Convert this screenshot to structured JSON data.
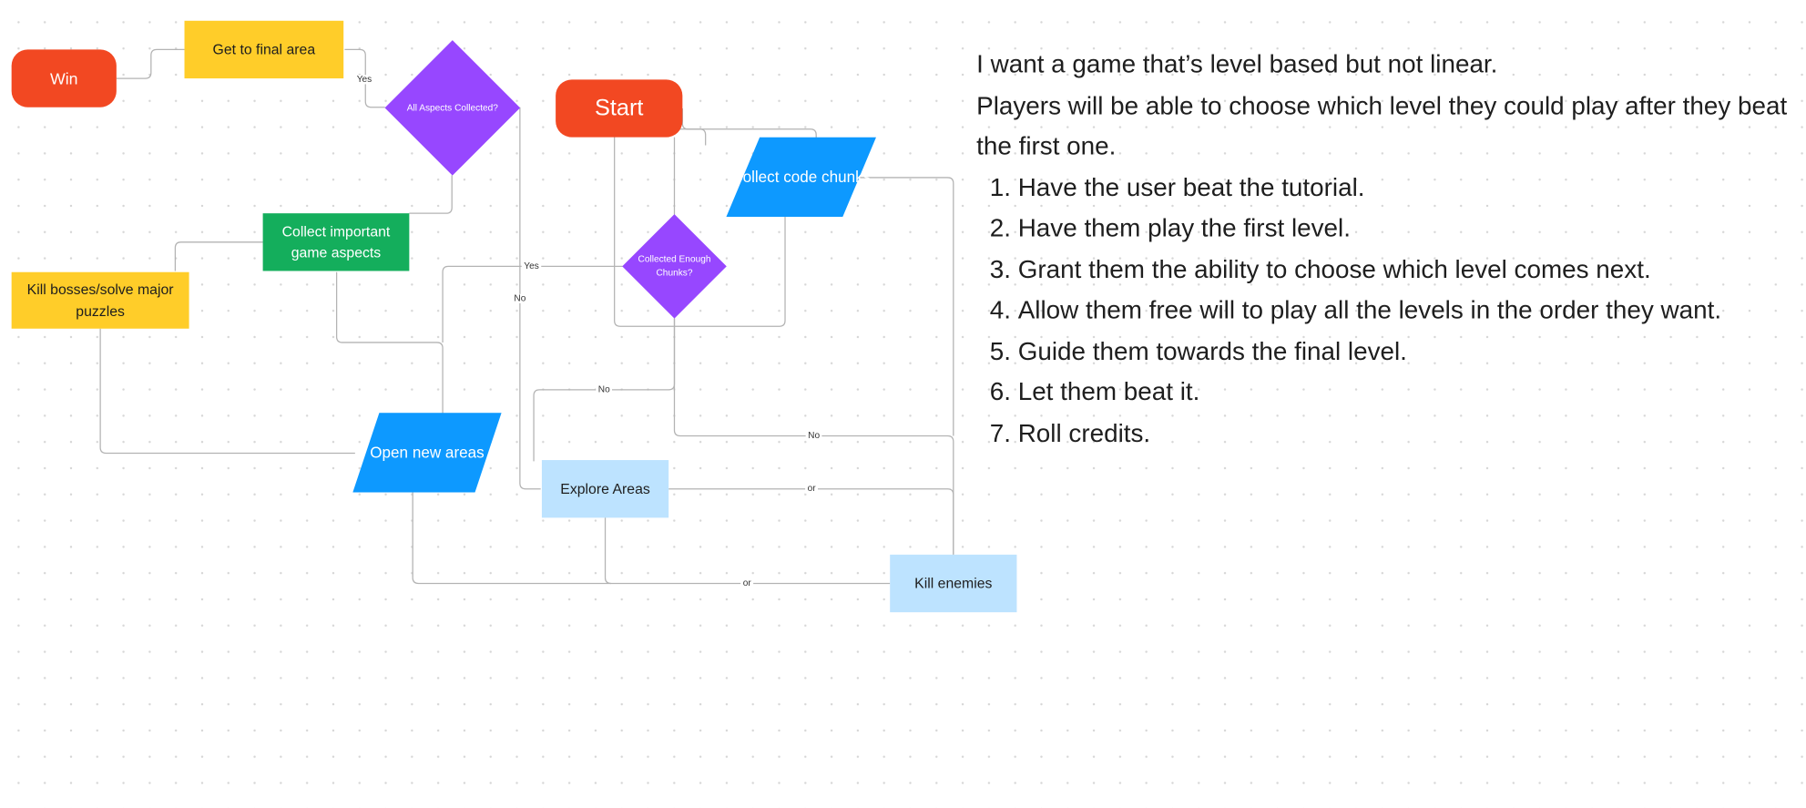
{
  "nodes": {
    "win": "Win",
    "final_area": "Get to final area",
    "all_aspects": [
      "All Aspects",
      "Collected?"
    ],
    "start": "Start",
    "collect_chunks": [
      "Collect",
      "code",
      "chunks"
    ],
    "collect_aspects": [
      "Collect important",
      "game aspects"
    ],
    "enough_chunks": [
      "Collected",
      "Enough",
      "Chunks?"
    ],
    "kill_bosses": [
      "Kill bosses/solve major",
      "puzzles"
    ],
    "open_areas": [
      "Open new",
      "areas"
    ],
    "explore": "Explore Areas",
    "kill_enemies": "Kill enemies"
  },
  "edge_labels": {
    "yes_aspects": "Yes",
    "yes_chunks": "Yes",
    "no_aspects": "No",
    "no_chunks_left": "No",
    "no_chunks_right": "No",
    "or_explore": "or",
    "or_bottom": "or"
  },
  "notes": {
    "lines": [
      "I want a game that’s level based but not linear.",
      "Players will be able to choose which level they could play after they beat the first one."
    ],
    "steps": [
      "Have the user beat the tutorial.",
      "Have them play the first level.",
      "Grant them the ability to choose which level comes next.",
      "Allow them free will to play all the levels in the order they want.",
      "Guide them towards the final level.",
      "Let them beat it.",
      "Roll credits."
    ]
  },
  "colors": {
    "terminal": "#f24822",
    "decision": "#9747ff",
    "io": "#0d99ff",
    "process_yellow": "#ffcd29",
    "process_green": "#14ae5c",
    "process_light_blue": "#bde3ff",
    "connector": "#b3b3b3"
  }
}
